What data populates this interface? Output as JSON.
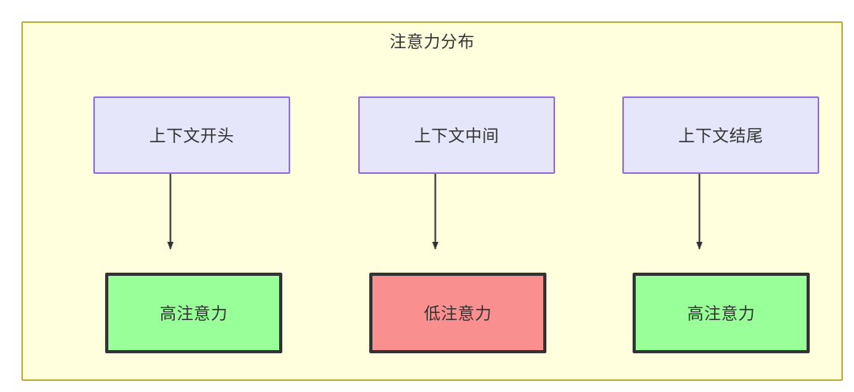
{
  "diagram": {
    "title": "注意力分布",
    "colors": {
      "container_fill": "#ffffde",
      "container_border": "#bdb33c",
      "context_fill": "#e6e6fa",
      "context_border": "#9370db",
      "high_attention_fill": "#99ff99",
      "low_attention_fill": "#fa8f8f",
      "node_border_dark": "#333333",
      "edge": "#333333",
      "text": "#333333"
    },
    "columns": [
      {
        "source": {
          "label": "上下文开头",
          "type": "context"
        },
        "target": {
          "label": "高注意力",
          "type": "high-attention"
        }
      },
      {
        "source": {
          "label": "上下文中间",
          "type": "context"
        },
        "target": {
          "label": "低注意力",
          "type": "low-attention"
        }
      },
      {
        "source": {
          "label": "上下文结尾",
          "type": "context"
        },
        "target": {
          "label": "高注意力",
          "type": "high-attention"
        }
      }
    ]
  }
}
